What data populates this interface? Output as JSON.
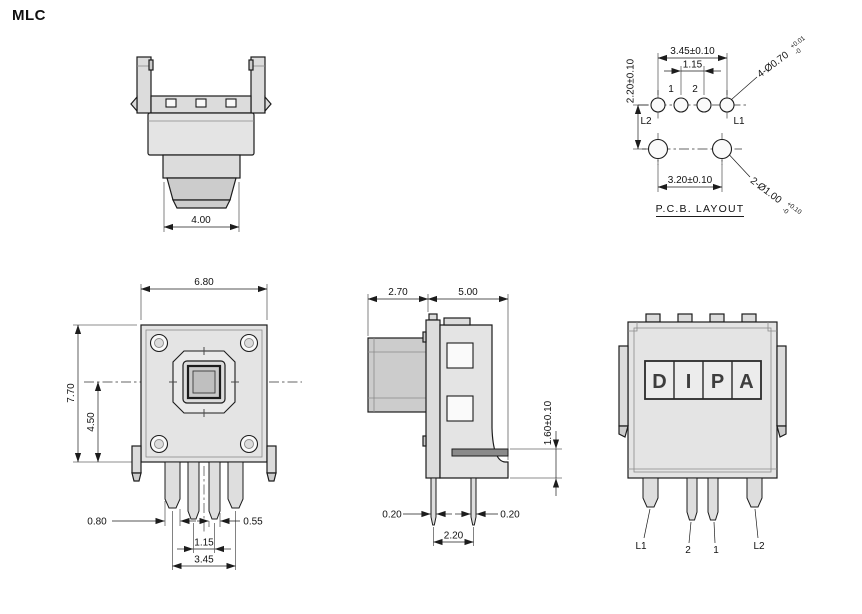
{
  "title": "MLC",
  "colors": {
    "line": "#1c1c1c",
    "body": "#e4e4e4",
    "body_mid": "#dcdcdc",
    "body_dark": "#cccccc",
    "bg": "#ffffff"
  },
  "top_view": {
    "dim_actuator_width": "4.00"
  },
  "pcb_layout": {
    "caption": "P.C.B. LAYOUT",
    "dims": {
      "hole_span": "3.45±0.10",
      "inner_pitch": "1.15",
      "row_gap": "2.20±0.10",
      "large_hole_span": "3.20±0.10"
    },
    "callouts": {
      "small_hole": "4-Ø0.70",
      "small_hole_tol_upper": "+0.01",
      "small_hole_tol_lower": "-0",
      "large_hole": "2-Ø1.00",
      "large_hole_tol_upper": "+0.10",
      "large_hole_tol_lower": "-0"
    },
    "labels": {
      "l2": "L2",
      "pin1": "1",
      "pin2": "2",
      "l1": "L1"
    }
  },
  "front_view": {
    "dims": {
      "body_width": "6.80",
      "overall_height": "7.70",
      "lower_height": "4.50",
      "outer_pin_width": "0.80",
      "inner_pin_width": "0.55",
      "inner_pin_pitch": "1.15",
      "outer_pin_span": "3.45"
    }
  },
  "side_view": {
    "dims": {
      "actuator_depth": "2.70",
      "body_depth": "5.00",
      "standoff": "1.60±0.10",
      "front_pin_thickness": "0.20",
      "rear_pin_thickness": "0.20",
      "pin_pitch": "2.20"
    }
  },
  "back_view": {
    "marking": [
      "D",
      "I",
      "P",
      "A"
    ],
    "labels": {
      "l1": "L1",
      "pin2": "2",
      "pin1": "1",
      "l2": "L2"
    }
  }
}
